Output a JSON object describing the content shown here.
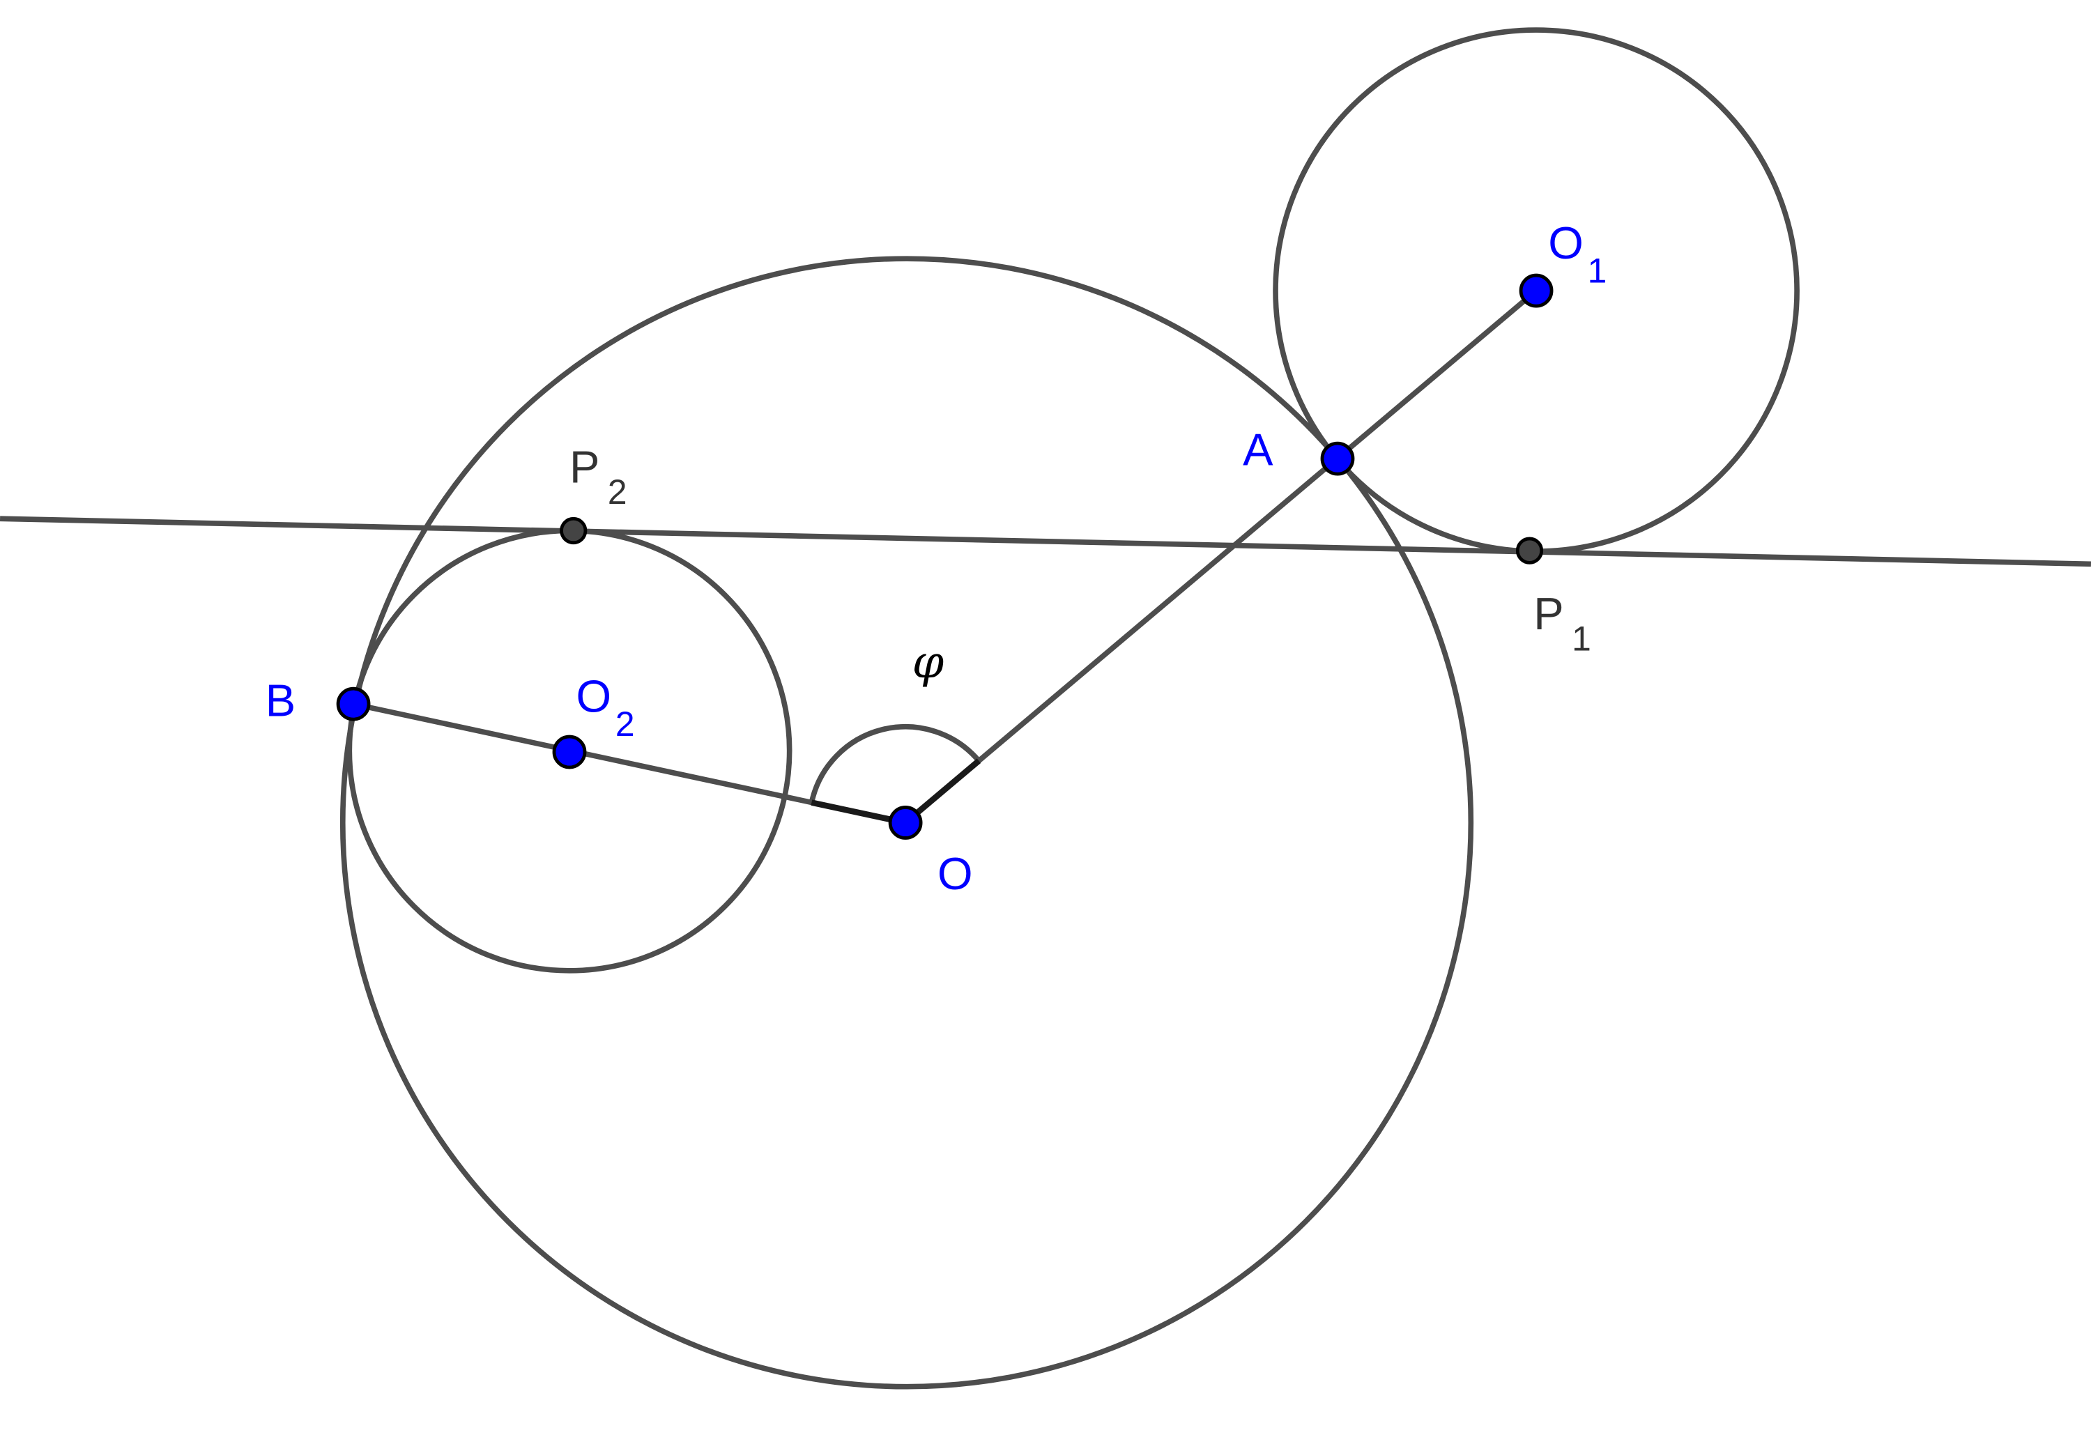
{
  "colors": {
    "stroke": "#4d4d4d",
    "point_blue": "#0000ff",
    "point_gray": "#444444",
    "label_blue": "#0000ff",
    "label_gray": "#333333"
  },
  "labels": {
    "O": {
      "main": "O",
      "sub": ""
    },
    "A": {
      "main": "A",
      "sub": ""
    },
    "B": {
      "main": "B",
      "sub": ""
    },
    "O1": {
      "main": "O",
      "sub": "1"
    },
    "O2": {
      "main": "O",
      "sub": "2"
    },
    "P1": {
      "main": "P",
      "sub": "1"
    },
    "P2": {
      "main": "P",
      "sub": "2"
    },
    "angle": "φ"
  }
}
